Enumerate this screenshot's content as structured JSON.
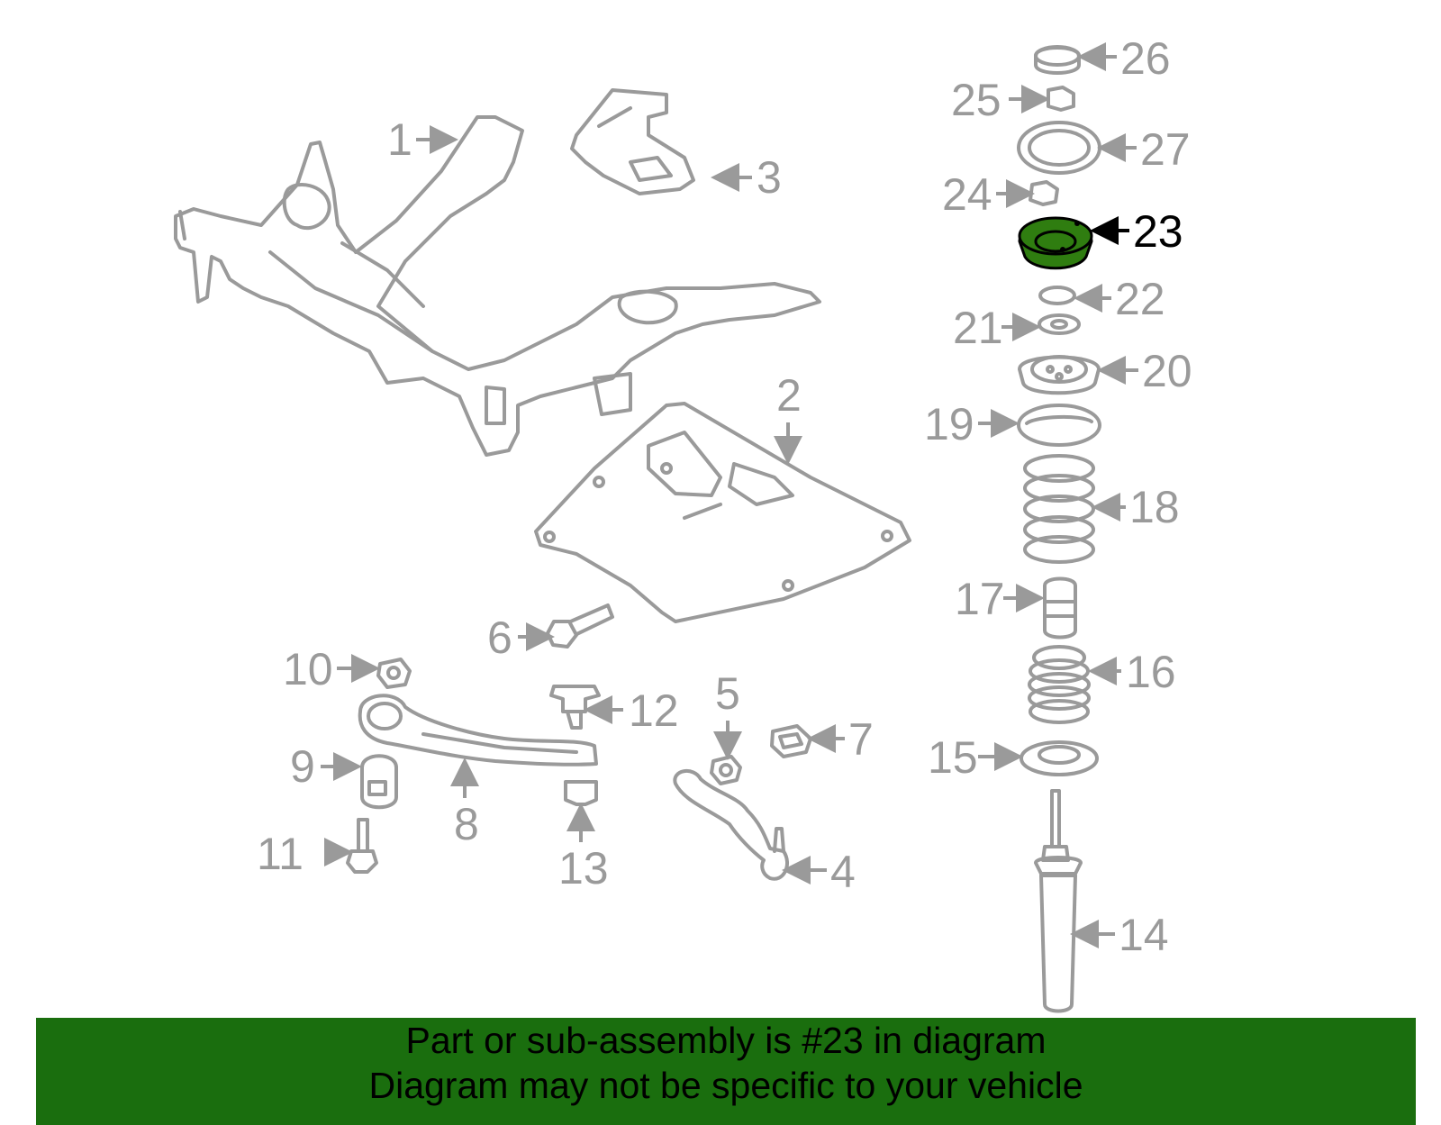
{
  "diagram": {
    "highlight_color": "#2f7d10",
    "part_color": "#9a9a9a",
    "highlighted_callout": "23",
    "callouts": {
      "c1": "1",
      "c2": "2",
      "c3": "3",
      "c4": "4",
      "c5": "5",
      "c6": "6",
      "c7": "7",
      "c8": "8",
      "c9": "9",
      "c10": "10",
      "c11": "11",
      "c12": "12",
      "c13": "13",
      "c14": "14",
      "c15": "15",
      "c16": "16",
      "c17": "17",
      "c18": "18",
      "c19": "19",
      "c20": "20",
      "c21": "21",
      "c22": "22",
      "c23": "23",
      "c24": "24",
      "c25": "25",
      "c26": "26",
      "c27": "27"
    }
  },
  "banner": {
    "background": "#1a6e0e",
    "line1": "Part or sub-assembly is #23 in diagram",
    "line2": "Diagram may not be specific to your vehicle"
  }
}
